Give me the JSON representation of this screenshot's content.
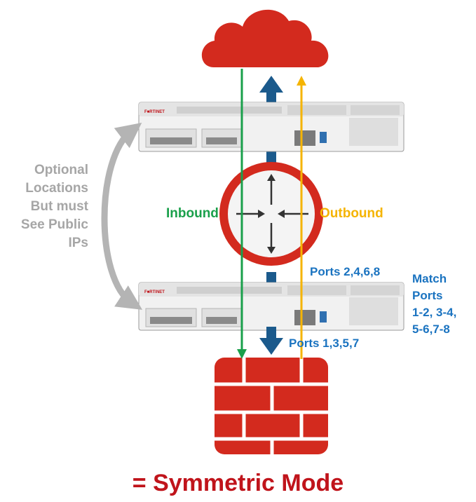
{
  "labels": {
    "optional_lines": [
      "Optional",
      "Locations",
      "But must",
      "See Public",
      "IPs"
    ],
    "inbound": "Inbound",
    "outbound": "Outbound",
    "ports_even": "Ports 2,4,6,8",
    "ports_odd": "Ports 1,3,5,7",
    "match_lines": [
      "Match",
      "Ports",
      "1-2, 3-4,",
      "5-6,7-8"
    ],
    "mode": "= Symmetric Mode"
  },
  "device": {
    "brand": "F■RTINET"
  },
  "colors": {
    "cloud": "#d32a1e",
    "firewall": "#d32a1e",
    "router_ring": "#d32a1e",
    "inbound": "#1aa04b",
    "outbound": "#f5b400",
    "flow_arrow": "#1b5a8c",
    "optional_text": "#a6a6a6",
    "ports_text": "#1a73c0",
    "mode_text": "#c0141b"
  },
  "icons": [
    "cloud-icon",
    "firewall-icon",
    "router-icon",
    "appliance-icon",
    "double-arrow-icon"
  ]
}
